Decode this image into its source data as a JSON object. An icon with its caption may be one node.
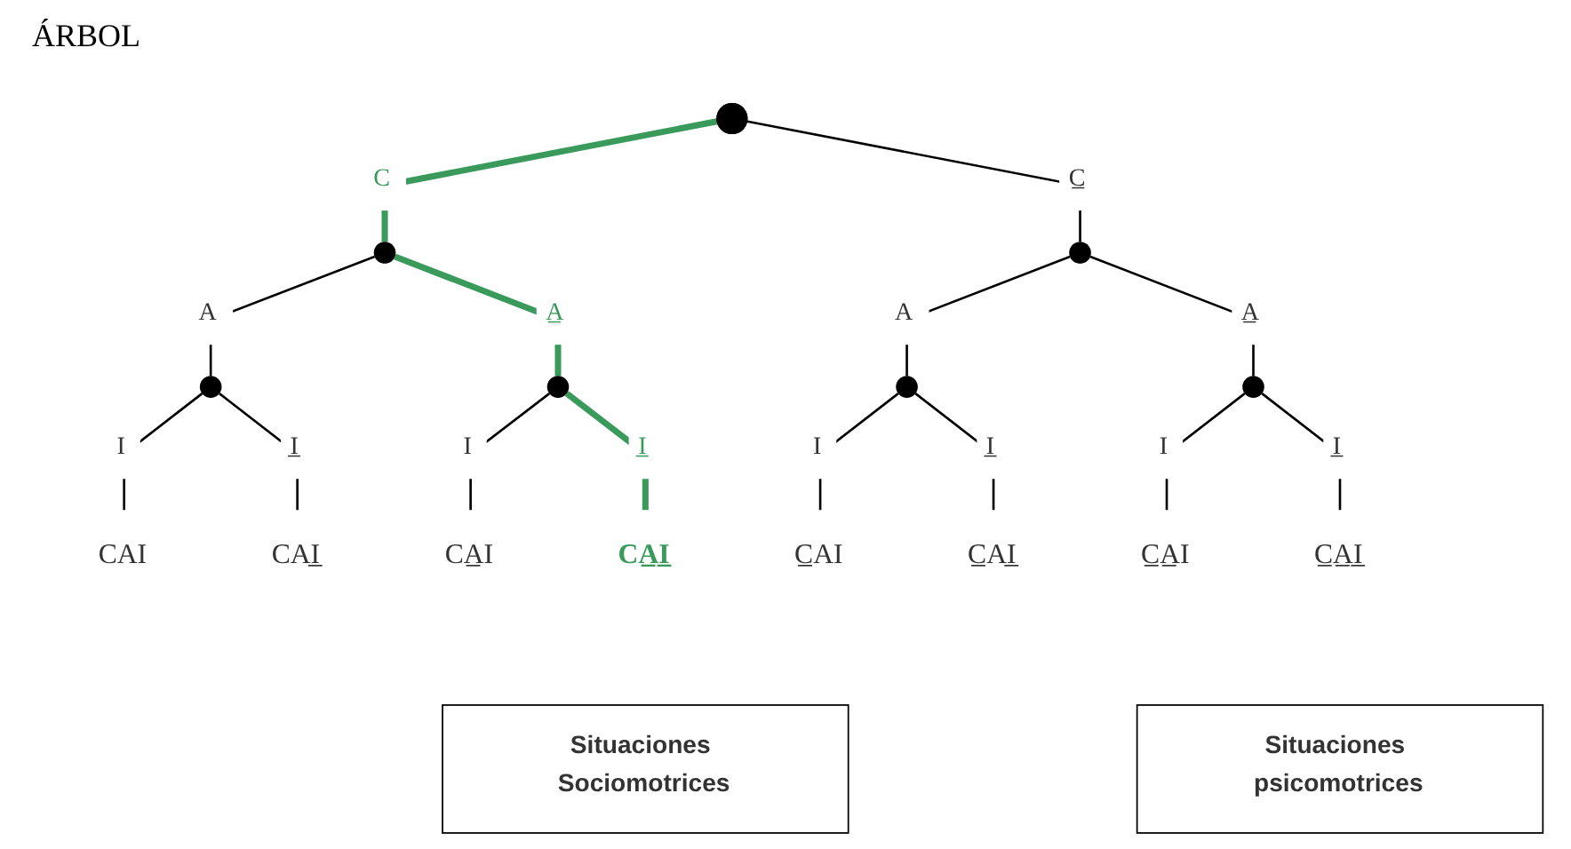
{
  "diagram": {
    "title": "ÁRBOL",
    "nodes": [
      {
        "text": [],
        "shape": "circle"
      },
      {
        "text": [],
        "shape": "point"
      },
      {
        "text": [],
        "shape": "point"
      },
      {
        "text": [],
        "shape": "point"
      },
      {
        "text": [],
        "shape": "point"
      },
      {
        "text": [],
        "shape": "point"
      },
      {
        "text": [],
        "shape": "point"
      },
      {
        "text": [
          "CAI"
        ]
      },
      {
        "text": [
          "CAI̲"
        ]
      },
      {
        "text": [
          "CA̲I"
        ]
      },
      {
        "text": [
          "CA̲I̲"
        ]
      },
      {
        "text": [
          "C̲AI"
        ]
      },
      {
        "text": [
          "C̲AI̲"
        ]
      },
      {
        "text": [
          "C̲A̲I"
        ]
      },
      {
        "text": [
          "C̲A̲I̲"
        ]
      },
      {
        "text": [
          "Situaciones Sociomotrices"
        ]
      },
      {
        "text": [
          "Situaciones psicomotrices"
        ]
      }
    ],
    "edges": [
      {
        "from": 0,
        "to": 1,
        "arrow": "none",
        "label": "C",
        "style": "thick",
        "color": "#3a9a5b"
      },
      {
        "from": 0,
        "to": 2,
        "arrow": "none",
        "label": "C̲"
      },
      {
        "from": 1,
        "to": 3,
        "arrow": "none",
        "label": "A"
      },
      {
        "from": 1,
        "to": 4,
        "arrow": "none",
        "label": "A̲",
        "style": "thick",
        "color": "#3a9a5b"
      },
      {
        "from": 2,
        "to": 5,
        "arrow": "none",
        "label": "A"
      },
      {
        "from": 2,
        "to": 6,
        "arrow": "none",
        "label": "A̲"
      },
      {
        "from": 3,
        "to": 7,
        "arrow": "none",
        "label": "I"
      },
      {
        "from": 3,
        "to": 8,
        "arrow": "none",
        "label": "I̲"
      },
      {
        "from": 4,
        "to": 9,
        "arrow": "none",
        "label": "I"
      },
      {
        "from": 4,
        "to": 10,
        "arrow": "none",
        "label": "I̲",
        "style": "thick",
        "color": "#3a9a5b"
      },
      {
        "from": 5,
        "to": 11,
        "arrow": "none",
        "label": "I"
      },
      {
        "from": 5,
        "to": 12,
        "arrow": "none",
        "label": "I̲"
      },
      {
        "from": 6,
        "to": 13,
        "arrow": "none",
        "label": "I"
      },
      {
        "from": 6,
        "to": 14,
        "arrow": "none",
        "label": "I̲"
      }
    ]
  }
}
